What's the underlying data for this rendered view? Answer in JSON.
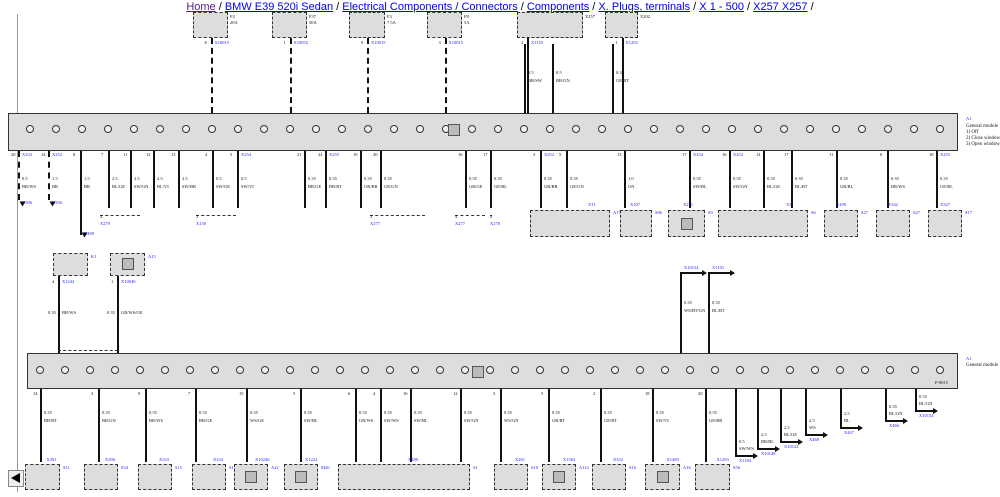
{
  "breadcrumb": [
    "Home",
    "BMW E39 520i Sedan",
    "Electrical Components / Connectors",
    "Components",
    "X. Plugs, terminals",
    "X 1 - 500",
    "X257 X257"
  ],
  "top_components": [
    {
      "id": "F4",
      "rating": "20A",
      "conn": "X10015",
      "pin": "8"
    },
    {
      "id": "F37",
      "rating": "30A",
      "conn": "X10052",
      "pin": "1"
    },
    {
      "id": "F3",
      "rating": "7.5A",
      "conn": "X10015",
      "pin": "9"
    },
    {
      "id": "F8",
      "rating": "5A",
      "conn": "X10015",
      "pin": "3"
    },
    {
      "id": "X257",
      "rating": "",
      "conn": "X1155",
      "pin": "2"
    },
    {
      "id": "X202",
      "rating": "",
      "conn": "X1202",
      "pin": "1"
    }
  ],
  "top_wires": [
    {
      "size": "0.5",
      "color": "BR/SW"
    },
    {
      "size": "0.5",
      "color": "BR/GN"
    },
    {
      "size": "0.35",
      "color": "GE/RT"
    }
  ],
  "module1": {
    "id": "A1",
    "lines": [
      "General module",
      "1) Off",
      "2) Close windows",
      "3) Open windows"
    ]
  },
  "module1_wires": [
    {
      "pin": "20",
      "conn": "X253",
      "size": "0.5",
      "color": "BR/WS"
    },
    {
      "pin": "14",
      "conn": "X252",
      "size": "1.5",
      "color": "BR"
    },
    {
      "pin": "8",
      "conn": "",
      "size": "1.5",
      "color": "BR"
    },
    {
      "pin": "7",
      "conn": "",
      "size": "2.5",
      "color": "BL/GE"
    },
    {
      "pin": "11",
      "conn": "",
      "size": "2.5",
      "color": "SW/GN"
    },
    {
      "pin": "12",
      "conn": "",
      "size": "2.5",
      "color": "BL/VI"
    },
    {
      "pin": "13",
      "conn": "",
      "size": "2.5",
      "color": "SW/BR"
    },
    {
      "pin": "4",
      "conn": "",
      "size": "0.5",
      "color": "SW/GE"
    },
    {
      "pin": "5",
      "conn": "X254",
      "size": "0.5",
      "color": "SW/VI"
    },
    {
      "pin": "21",
      "conn": "",
      "size": "0.35",
      "color": "BR/GE"
    },
    {
      "pin": "24",
      "conn": "X255",
      "size": "0.35",
      "color": "BR/RT"
    },
    {
      "pin": "19",
      "conn": "",
      "size": "0.35",
      "color": "GR/BR"
    },
    {
      "pin": "20",
      "conn": "",
      "size": "0.35",
      "color": "GE/GN"
    },
    {
      "pin": "16",
      "conn": "",
      "size": "0.35",
      "color": "GR/GE"
    },
    {
      "pin": "17",
      "conn": "",
      "size": "0.35",
      "color": "GE/BL"
    },
    {
      "pin": "3",
      "conn": "X252",
      "size": "0.35",
      "color": "GR/BR"
    },
    {
      "pin": "5",
      "conn": "",
      "size": "0.35",
      "color": "GE/GN"
    },
    {
      "pin": "13",
      "conn": "",
      "size": "1.0",
      "color": "GN"
    },
    {
      "pin": "17",
      "conn": "X254",
      "size": "0.35",
      "color": "SW/BL"
    },
    {
      "pin": "16",
      "conn": "X252",
      "size": "0.35",
      "color": "SW/GN"
    },
    {
      "pin": "14",
      "conn": "",
      "size": "0.35",
      "color": "BL/GE"
    },
    {
      "pin": "17",
      "conn": "",
      "size": "0.35",
      "color": "BL/RT"
    },
    {
      "pin": "11",
      "conn": "",
      "size": "0.35",
      "color": "GR/BL"
    },
    {
      "pin": "6",
      "conn": "",
      "size": "0.35",
      "color": "BR/WS"
    },
    {
      "pin": "18",
      "conn": "X255",
      "size": "0.35",
      "color": "GE/BL"
    }
  ],
  "row1_components": [
    {
      "id": "X279",
      "conn": "4"
    },
    {
      "id": "X130",
      "conn": "2"
    },
    {
      "id": "X277",
      "conn": "3"
    },
    {
      "id": "X277",
      "conn": "4"
    },
    {
      "id": "X278",
      "conn": "4"
    },
    {
      "id": "A17",
      "conn": "X11"
    },
    {
      "id": "S86",
      "conn": "X107"
    },
    {
      "id": "S9",
      "conn": "X271"
    },
    {
      "id": "S6",
      "conn": "X3"
    },
    {
      "id": "S27",
      "conn": "X109"
    },
    {
      "id": "S27",
      "conn": "X342"
    },
    {
      "id": "S17",
      "conn": "X327"
    }
  ],
  "side_links": [
    {
      "conn": "X396"
    },
    {
      "conn": "X356"
    },
    {
      "conn": "X499"
    }
  ],
  "mid_components": [
    {
      "id": "K1",
      "conn": "X1242",
      "pin": "4",
      "size": "0.35",
      "color": "BR/WS"
    },
    {
      "id": "A15",
      "conn": "X10046",
      "pin": "1",
      "size": "0.35",
      "color": "GR/WS/GE"
    }
  ],
  "mid_links": [
    {
      "conn": "X10134",
      "size": "0.35",
      "color": "WS/RT/GN"
    },
    {
      "conn": "X1101",
      "size": "0.35",
      "color": "BL/RT"
    }
  ],
  "module2": {
    "id": "A1",
    "lines": [
      "General module"
    ],
    "sub": "P-0015"
  },
  "module2_wires": [
    {
      "pin": "14",
      "size": "0.35",
      "color": "BR/RT"
    },
    {
      "pin": "3",
      "size": "0.35",
      "color": "BR/GN"
    },
    {
      "pin": "9",
      "size": "0.35",
      "color": "BR/WS"
    },
    {
      "pin": "7",
      "size": "0.35",
      "color": "BR/GE"
    },
    {
      "pin": "15",
      "size": "0.35",
      "color": "WS/GE"
    },
    {
      "pin": "5",
      "size": "0.35",
      "color": "SW/BL"
    },
    {
      "pin": "6",
      "size": "0.35",
      "color": "GR/WS"
    },
    {
      "pin": "4",
      "size": "0.35",
      "color": "SW/WS"
    },
    {
      "pin": "16",
      "size": "0.35",
      "color": "SW/BL"
    },
    {
      "pin": "12",
      "size": "0.35",
      "color": "SW/GN"
    },
    {
      "pin": "3",
      "size": "0.35",
      "color": "WS/GN"
    },
    {
      "pin": "5",
      "size": "0.35",
      "color": "GR/RT"
    },
    {
      "pin": "2",
      "size": "0.35",
      "color": "GE/RT"
    },
    {
      "pin": "18",
      "size": "0.35",
      "color": "SW/VI"
    },
    {
      "pin": "20",
      "size": "0.35",
      "color": "GE/BR"
    }
  ],
  "module2_out": [
    {
      "conn": "X1184",
      "size": "0.5",
      "color": "SW/WS"
    },
    {
      "conn": "X10148",
      "size": "2.5",
      "color": "BR/BL"
    },
    {
      "conn": "X10122",
      "size": "2.5",
      "color": "BL/GE"
    },
    {
      "conn": "X468",
      "size": "2.5",
      "color": "WS"
    },
    {
      "conn": "X467",
      "size": "2.5",
      "color": "BL"
    },
    {
      "conn": "X466",
      "size": "0.35",
      "color": "BL/GN"
    },
    {
      "conn": "X10134",
      "size": "0.35",
      "color": "BL/GN"
    }
  ],
  "row2_components": [
    {
      "id": "S11",
      "conn": "X391"
    },
    {
      "id": "S34",
      "conn": "X396"
    },
    {
      "id": "S15",
      "conn": "X333"
    },
    {
      "id": "S16",
      "conn": "X334"
    },
    {
      "id": "A22",
      "conn": "X10246"
    },
    {
      "id": "M26",
      "conn": "X1222"
    },
    {
      "id": "S1",
      "conn": "X289"
    },
    {
      "id": "S10",
      "conn": "X261"
    },
    {
      "id": "A112",
      "conn": "X1563"
    },
    {
      "id": "S16",
      "conn": "X332"
    },
    {
      "id": "A16",
      "conn": "X1409"
    },
    {
      "id": "S56",
      "conn": "X1293"
    }
  ]
}
